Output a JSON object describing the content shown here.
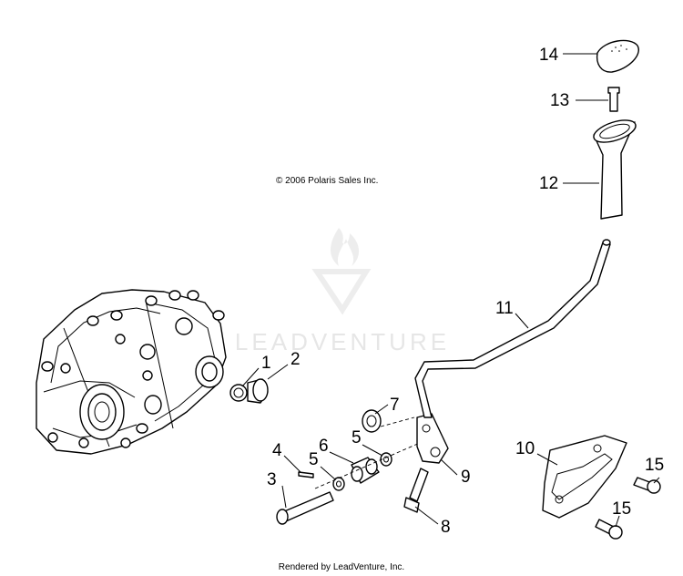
{
  "copyright": "© 2006 Polaris Sales Inc.",
  "watermark": "LEADVENTURE",
  "footer": "Rendered by LeadVenture, Inc.",
  "callouts": [
    {
      "id": "c1",
      "label": "1"
    },
    {
      "id": "c2",
      "label": "2"
    },
    {
      "id": "c3",
      "label": "3"
    },
    {
      "id": "c4",
      "label": "4"
    },
    {
      "id": "c5a",
      "label": "5"
    },
    {
      "id": "c5b",
      "label": "5"
    },
    {
      "id": "c6",
      "label": "6"
    },
    {
      "id": "c7",
      "label": "7"
    },
    {
      "id": "c8",
      "label": "8"
    },
    {
      "id": "c9",
      "label": "9"
    },
    {
      "id": "c10",
      "label": "10"
    },
    {
      "id": "c11",
      "label": "11"
    },
    {
      "id": "c12",
      "label": "12"
    },
    {
      "id": "c13",
      "label": "13"
    },
    {
      "id": "c14",
      "label": "14"
    },
    {
      "id": "c15a",
      "label": "15"
    },
    {
      "id": "c15b",
      "label": "15"
    }
  ]
}
